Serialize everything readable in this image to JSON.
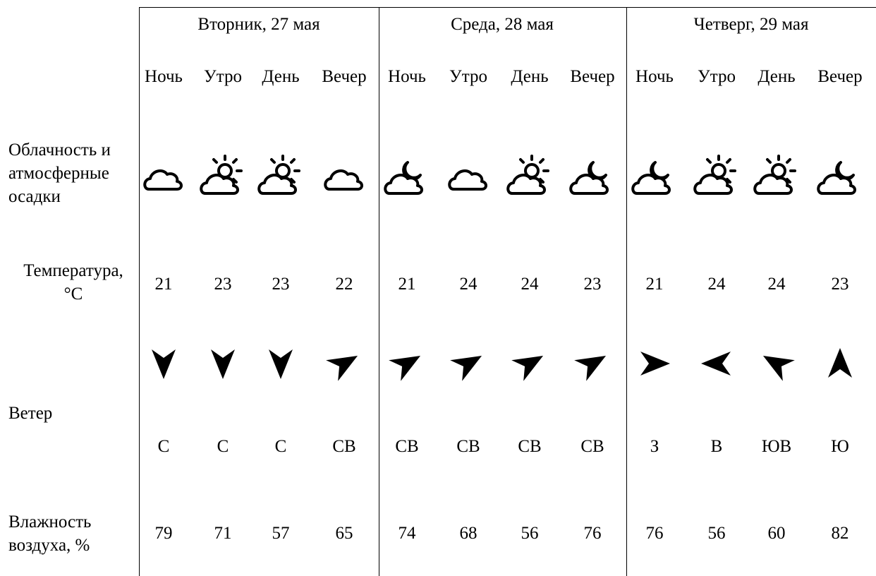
{
  "row_labels": {
    "clouds": [
      "Облачность и",
      "атмосферные",
      "осадки"
    ],
    "temperature": [
      "Температура,",
      "°С"
    ],
    "wind": "Ветер",
    "humidity": [
      "Влажность",
      "воздуха, %"
    ]
  },
  "days": [
    {
      "date": "Вторник, 27 мая",
      "periods": [
        {
          "name": "Ночь",
          "sky": "cloud-icon",
          "temp": "21",
          "wind_dir": "С",
          "wind_arrow": "arrow-down-icon",
          "humidity": "79"
        },
        {
          "name": "Утро",
          "sky": "cloud-sun-icon",
          "temp": "23",
          "wind_dir": "С",
          "wind_arrow": "arrow-down-icon",
          "humidity": "71"
        },
        {
          "name": "День",
          "sky": "cloud-sun-icon",
          "temp": "23",
          "wind_dir": "С",
          "wind_arrow": "arrow-down-icon",
          "humidity": "57"
        },
        {
          "name": "Вечер",
          "sky": "cloud-icon",
          "temp": "22",
          "wind_dir": "СВ",
          "wind_arrow": "arrow-down-left-icon",
          "humidity": "65"
        }
      ]
    },
    {
      "date": "Среда, 28 мая",
      "periods": [
        {
          "name": "Ночь",
          "sky": "cloud-moon-icon",
          "temp": "21",
          "wind_dir": "СВ",
          "wind_arrow": "arrow-down-left-icon",
          "humidity": "74"
        },
        {
          "name": "Утро",
          "sky": "cloud-icon",
          "temp": "24",
          "wind_dir": "СВ",
          "wind_arrow": "arrow-down-left-icon",
          "humidity": "68"
        },
        {
          "name": "День",
          "sky": "cloud-sun-icon",
          "temp": "24",
          "wind_dir": "СВ",
          "wind_arrow": "arrow-down-left-icon",
          "humidity": "56"
        },
        {
          "name": "Вечер",
          "sky": "cloud-moon-icon",
          "temp": "23",
          "wind_dir": "СВ",
          "wind_arrow": "arrow-down-left-icon",
          "humidity": "76"
        }
      ]
    },
    {
      "date": "Четверг, 29 мая",
      "periods": [
        {
          "name": "Ночь",
          "sky": "cloud-moon-icon",
          "temp": "21",
          "wind_dir": "З",
          "wind_arrow": "arrow-right-icon",
          "humidity": "76"
        },
        {
          "name": "Утро",
          "sky": "cloud-sun-icon",
          "temp": "24",
          "wind_dir": "В",
          "wind_arrow": "arrow-left-icon",
          "humidity": "56"
        },
        {
          "name": "День",
          "sky": "cloud-sun-icon",
          "temp": "24",
          "wind_dir": "ЮВ",
          "wind_arrow": "arrow-up-left-icon",
          "humidity": "60"
        },
        {
          "name": "Вечер",
          "sky": "cloud-moon-icon",
          "temp": "23",
          "wind_dir": "Ю",
          "wind_arrow": "arrow-up-icon",
          "humidity": "82"
        }
      ]
    }
  ]
}
